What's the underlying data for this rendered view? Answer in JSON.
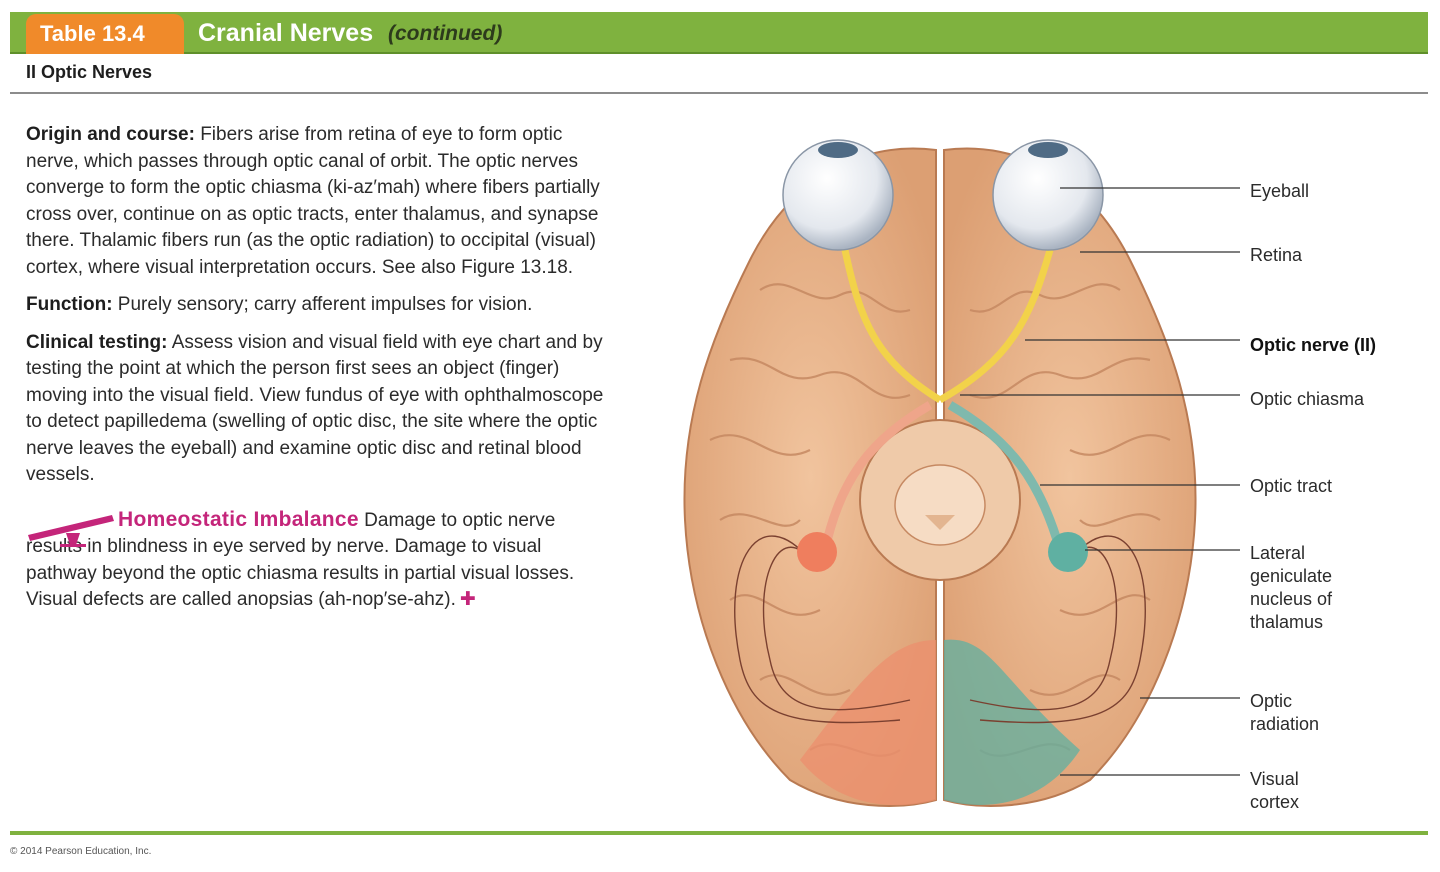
{
  "header": {
    "table_number": "Table 13.4",
    "title": "Cranial Nerves",
    "subtitle": "(continued)"
  },
  "section": {
    "heading": "II Optic Nerves"
  },
  "content": {
    "origin_label": "Origin and course:",
    "origin_text": " Fibers arise from retina of eye to form optic nerve, which passes through optic canal of orbit. The optic nerves converge to form the optic chiasma (ki-az′mah) where fibers partially cross over, continue on as optic tracts, enter thalamus, and synapse there. Thalamic fibers run (as the optic radiation) to occipital (visual) cortex, where visual interpretation occurs. See also Figure 13.18.",
    "function_label": "Function:",
    "function_text": " Purely sensory; carry afferent impulses for vision.",
    "clinical_label": "Clinical testing:",
    "clinical_text": " Assess vision and visual field with eye chart and by testing the point at which the person first sees an object (finger) moving into the visual field. View fundus of eye with ophthalmoscope to detect papilledema (swelling of optic disc, the site where the optic nerve leaves the eyeball) and examine optic disc and retinal blood vessels.",
    "imbalance_title": "Homeostatic Imbalance",
    "imbalance_text": " Damage to optic nerve results in blindness in eye served by nerve. Damage to visual pathway beyond the optic chiasma results in partial visual losses. Visual defects are called anopsias (ah-nop′se-ahz).",
    "imbalance_end_mark": "✚"
  },
  "figure": {
    "labels": {
      "eyeball": "Eyeball",
      "retina": "Retina",
      "optic_nerve": "Optic nerve (II)",
      "optic_chiasma": "Optic chiasma",
      "optic_tract": "Optic tract",
      "lgn_1": "Lateral",
      "lgn_2": "geniculate",
      "lgn_3": "nucleus of",
      "lgn_4": "thalamus",
      "radiation_1": "Optic",
      "radiation_2": "radiation",
      "cortex_1": "Visual",
      "cortex_2": "cortex"
    }
  },
  "colors": {
    "header_green": "#7fb23f",
    "badge_orange": "#f08a2a",
    "imbalance_magenta": "#c4257a",
    "brain_tan": "#e8b48a",
    "nerve_yellow": "#f2d24a",
    "tract_teal": "#5fb0a2",
    "cortex_salmon": "#ec8f6e"
  },
  "footer": {
    "copyright": "© 2014 Pearson Education, Inc."
  }
}
